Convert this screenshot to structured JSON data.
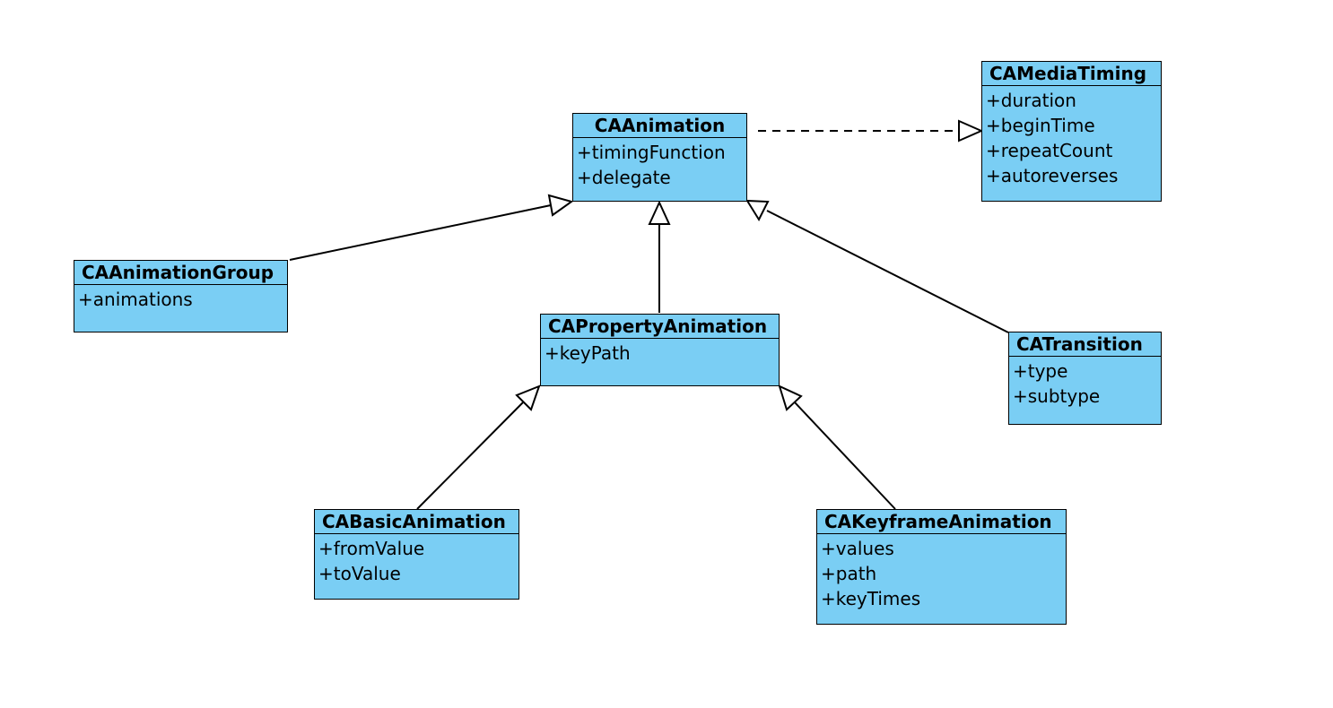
{
  "diagram": {
    "colors": {
      "class_fill": "#7acef4",
      "stroke": "#000000",
      "background": "#ffffff"
    },
    "classes": {
      "ca_animation": {
        "name": "CAAnimation",
        "attributes": [
          "+timingFunction",
          "+delegate"
        ]
      },
      "ca_media_timing": {
        "name": "CAMediaTiming",
        "attributes": [
          "+duration",
          "+beginTime",
          "+repeatCount",
          "+autoreverses"
        ]
      },
      "ca_animation_group": {
        "name": "CAAnimationGroup",
        "attributes": [
          "+animations"
        ]
      },
      "ca_property_animation": {
        "name": "CAPropertyAnimation",
        "attributes": [
          "+keyPath"
        ]
      },
      "ca_transition": {
        "name": "CATransition",
        "attributes": [
          "+type",
          "+subtype"
        ]
      },
      "ca_basic_animation": {
        "name": "CABasicAnimation",
        "attributes": [
          "+fromValue",
          "+toValue"
        ]
      },
      "ca_keyframe_animation": {
        "name": "CAKeyframeAnimation",
        "attributes": [
          "+values",
          "+path",
          "+keyTimes"
        ]
      }
    },
    "relations": [
      {
        "type": "realization",
        "from": "CAAnimation",
        "to": "CAMediaTiming"
      },
      {
        "type": "generalization",
        "from": "CAAnimationGroup",
        "to": "CAAnimation"
      },
      {
        "type": "generalization",
        "from": "CAPropertyAnimation",
        "to": "CAAnimation"
      },
      {
        "type": "generalization",
        "from": "CATransition",
        "to": "CAAnimation"
      },
      {
        "type": "generalization",
        "from": "CABasicAnimation",
        "to": "CAPropertyAnimation"
      },
      {
        "type": "generalization",
        "from": "CAKeyframeAnimation",
        "to": "CAPropertyAnimation"
      }
    ]
  }
}
